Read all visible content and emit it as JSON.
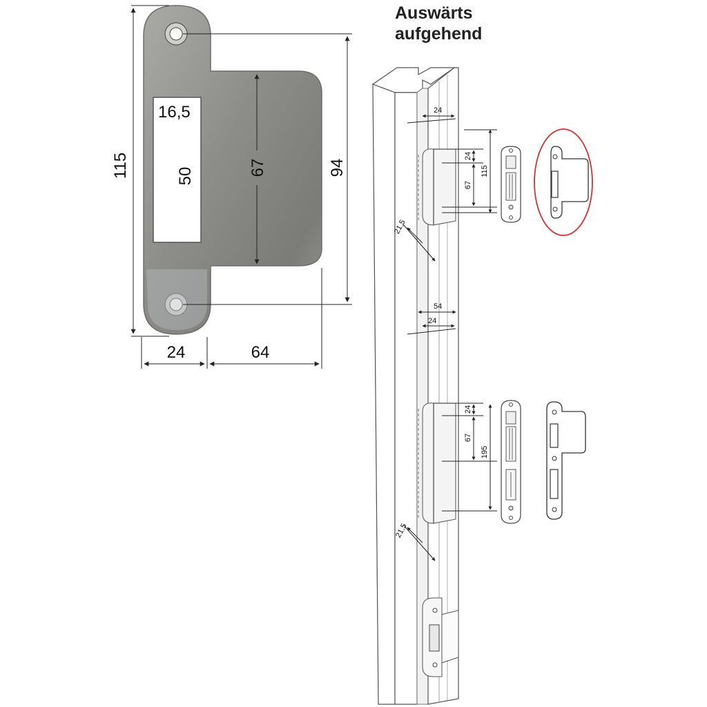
{
  "title": {
    "line1": "Auswärts",
    "line2": "aufgehend"
  },
  "plate": {
    "opening_width": "16,5",
    "opening_height": "50",
    "lip_height": "67",
    "total_height": "115",
    "screw_spacing": "94",
    "plate_width": "24",
    "lip_width": "64"
  },
  "frame_dims": {
    "upper": {
      "width_top": "24",
      "offset_top": "24",
      "lip": "67",
      "total": "115",
      "edge": "21,5"
    },
    "lower": {
      "width_top": "54",
      "width_second": "24",
      "offset_top": "24",
      "lip": "67",
      "total": "195",
      "edge": "21,5"
    }
  },
  "colors": {
    "highlight": "#d83030",
    "plate_metal": "#8f8f8f",
    "line": "#222222"
  }
}
